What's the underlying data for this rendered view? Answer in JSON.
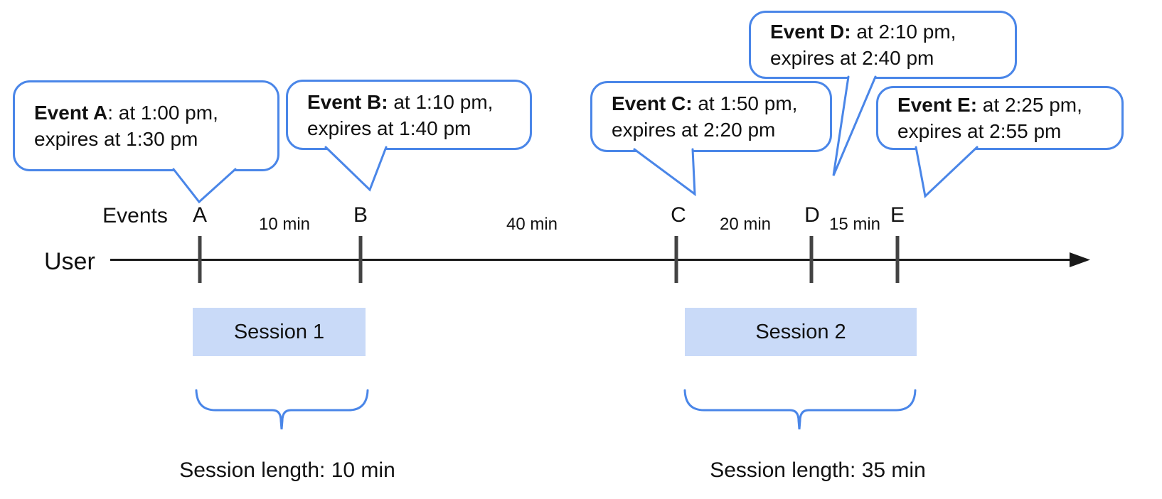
{
  "diagram": {
    "title_implicit": "Event timeline with sessions",
    "callouts": [
      {
        "id": "A",
        "bold": "Event A",
        "rest": ": at 1:00 pm,",
        "line2": "expires at 1:30 pm"
      },
      {
        "id": "B",
        "bold": "Event B:",
        "rest": " at 1:10 pm,",
        "line2": "expires at 1:40 pm"
      },
      {
        "id": "C",
        "bold": "Event C:",
        "rest": " at 1:50 pm,",
        "line2": "expires at 2:20 pm"
      },
      {
        "id": "D",
        "bold": "Event D:",
        "rest": " at 2:10 pm,",
        "line2": "expires at 2:40 pm"
      },
      {
        "id": "E",
        "bold": "Event E:",
        "rest": " at 2:25 pm,",
        "line2": "expires at 2:55 pm"
      }
    ],
    "timeline": {
      "axis_row_label": "Events",
      "actor_label": "User",
      "ticks": [
        {
          "label": "A"
        },
        {
          "label": "B"
        },
        {
          "label": "C"
        },
        {
          "label": "D"
        },
        {
          "label": "E"
        }
      ],
      "intervals": [
        {
          "label": "10 min"
        },
        {
          "label": "40 min"
        },
        {
          "label": "20 min"
        },
        {
          "label": "15 min"
        }
      ]
    },
    "sessions": [
      {
        "label": "Session 1",
        "length_label": "Session length: 10 min"
      },
      {
        "label": "Session 2",
        "length_label": "Session length: 35 min"
      }
    ],
    "colors": {
      "accent_blue": "#4a86e8",
      "session_fill": "#c9daf8",
      "tick_gray": "#434343",
      "axis_black": "#1a1a1a"
    }
  }
}
